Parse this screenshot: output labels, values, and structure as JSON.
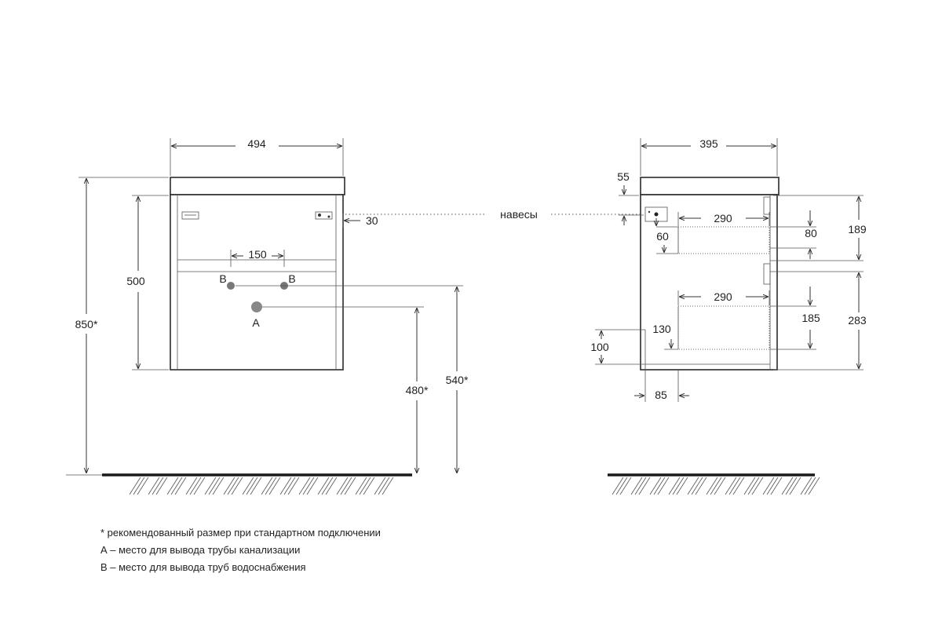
{
  "front_view": {
    "width_label": "494",
    "panel_height_label": "500",
    "total_height_label": "850*",
    "hinge_offset_label": "30",
    "pipe_spacing_label": "150",
    "pipe_b_left_label": "B",
    "pipe_b_right_label": "B",
    "pipe_a_label": "A",
    "drain_height_label": "480*",
    "supply_height_label": "540*"
  },
  "hinges_label": "навесы",
  "side_view": {
    "depth_label": "395",
    "top_thickness_label": "55",
    "top_drawer_depth_label": "290",
    "top_drawer_offset_label": "60",
    "top_drawer_height_label": "80",
    "top_section_label": "189",
    "bottom_drawer_depth_label": "290",
    "bottom_drawer_offset_label": "130",
    "bottom_drawer_height_label": "185",
    "bottom_section_label": "283",
    "floor_gap_label": "100",
    "rear_offset_label": "85"
  },
  "notes": {
    "line1": "* рекомендованный размер при стандартном подключении",
    "line2": "А – место для вывода трубы канализации",
    "line3": "В – место для вывода труб водоснабжения"
  }
}
